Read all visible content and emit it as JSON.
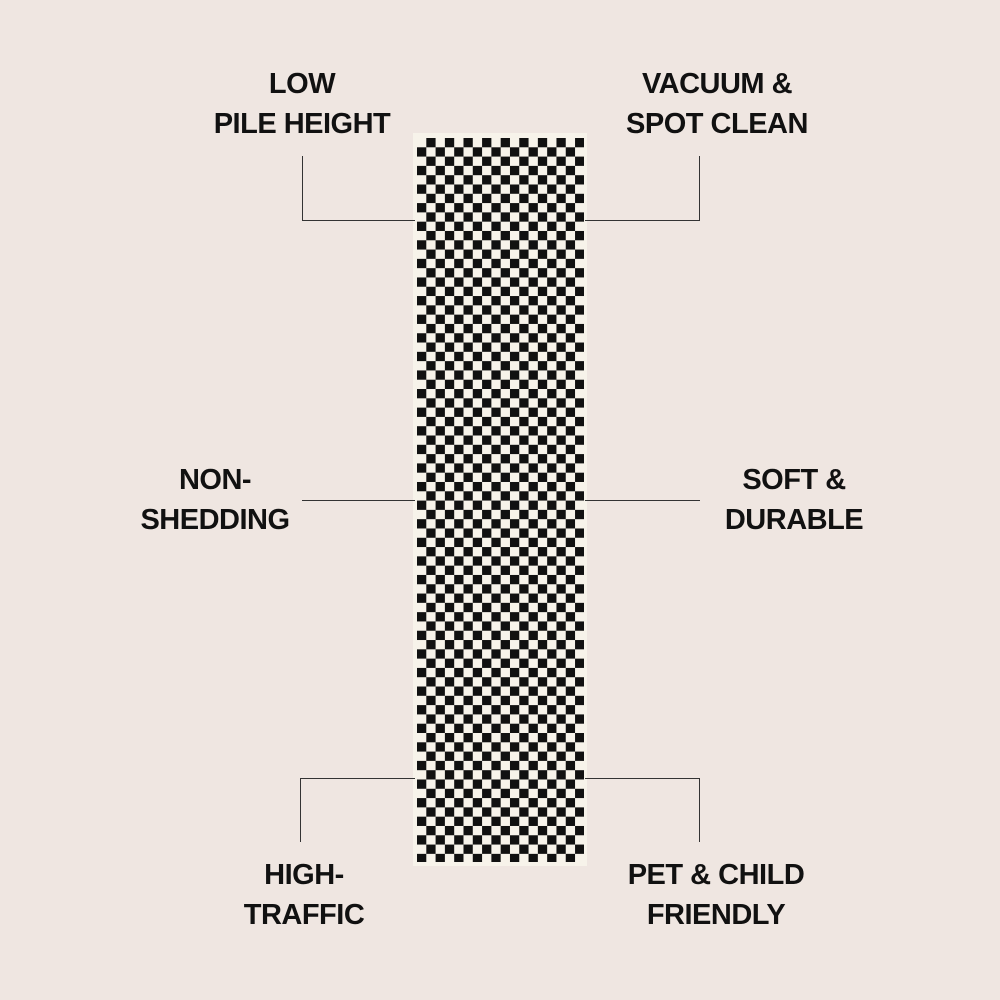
{
  "features": {
    "top_left": [
      "LOW",
      "PILE HEIGHT"
    ],
    "top_right": [
      "VACUUM &",
      "SPOT CLEAN"
    ],
    "middle_left": [
      "NON-",
      "SHEDDING"
    ],
    "middle_right": [
      "SOFT &",
      "DURABLE"
    ],
    "bottom_left": [
      "HIGH-",
      "TRAFFIC"
    ],
    "bottom_right": [
      "PET & CHILD",
      "FRIENDLY"
    ]
  },
  "colors": {
    "background": "#efe6e1",
    "pattern": "#111111",
    "rug_base": "#f7f3ea"
  }
}
